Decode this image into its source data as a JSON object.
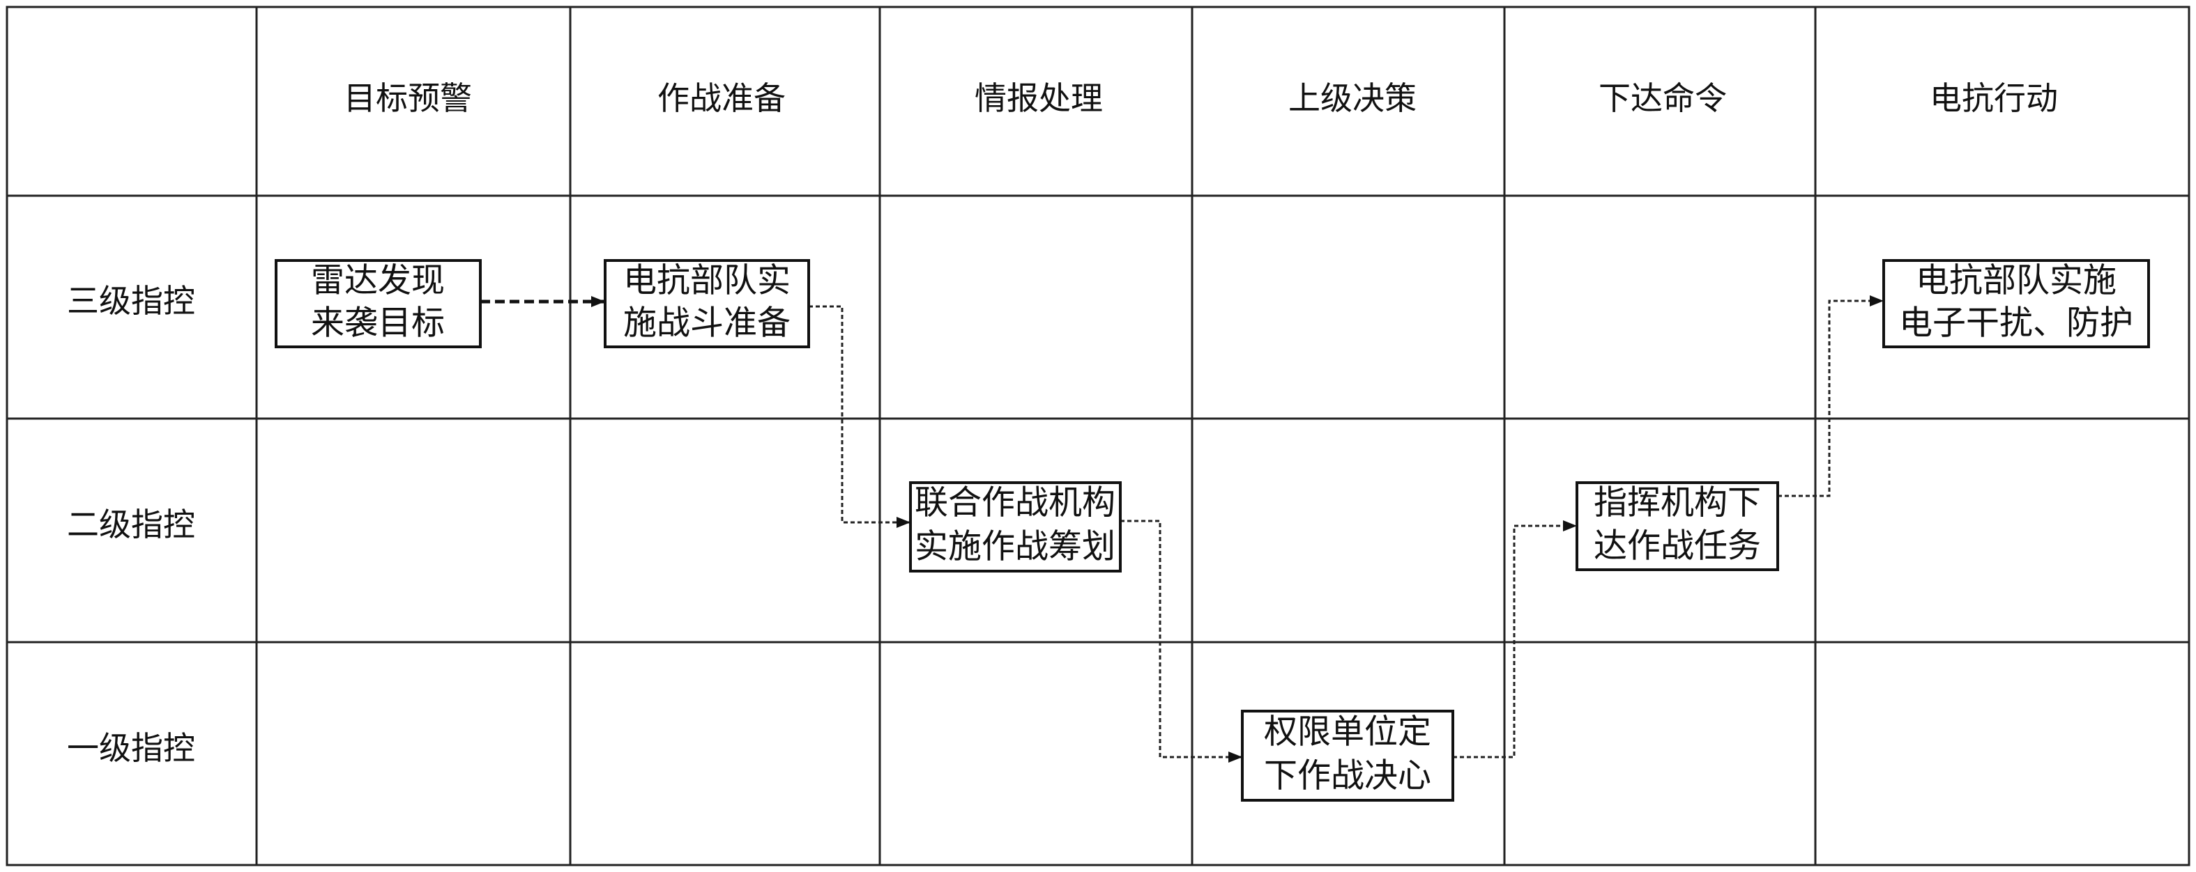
{
  "columns": [
    "目标预警",
    "作战准备",
    "情报处理",
    "上级决策",
    "下达命令",
    "电抗行动"
  ],
  "rows": [
    "三级指控",
    "二级指控",
    "一级指控"
  ],
  "nodes": [
    {
      "line1": "雷达发现",
      "line2": "来袭目标"
    },
    {
      "line1": "电抗部队实",
      "line2": "施战斗准备"
    },
    {
      "line1": "联合作战机构",
      "line2": "实施作战筹划"
    },
    {
      "line1": "权限单位定",
      "line2": "下作战决心"
    },
    {
      "line1": "指挥机构下",
      "line2": "达作战任务"
    },
    {
      "line1": "电抗部队实施",
      "line2": "电子干扰、防护"
    }
  ]
}
